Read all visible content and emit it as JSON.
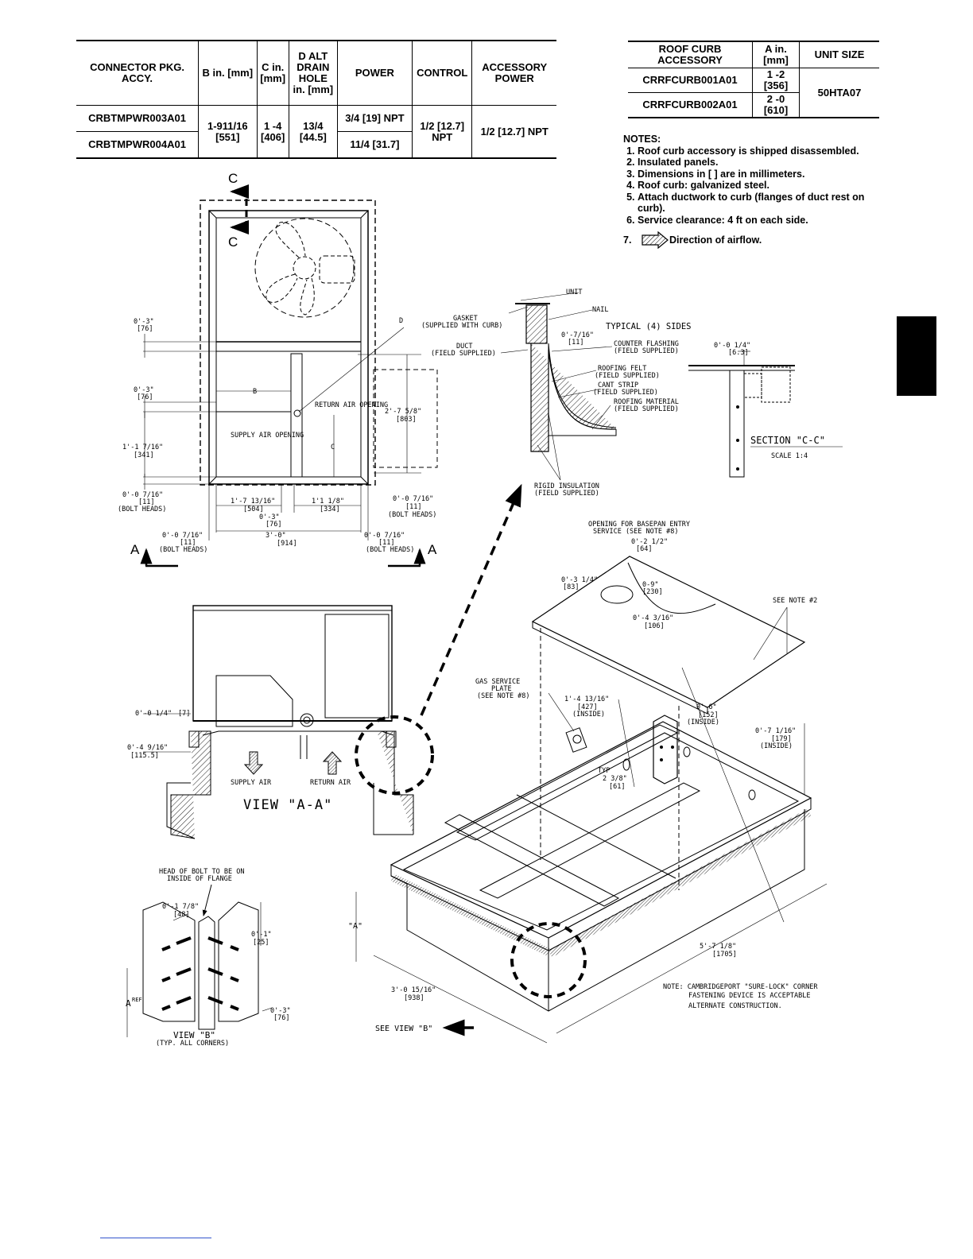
{
  "connector_table": {
    "headers": [
      "CONNECTOR PKG. ACCY.",
      "B in. [mm]",
      "C in. [mm]",
      "D ALT DRAIN HOLE in. [mm]",
      "POWER",
      "CONTROL",
      "ACCESSORY POWER"
    ],
    "rows": [
      {
        "pkg": "CRBTMPWR003A01",
        "power": "3/4 [19] NPT"
      },
      {
        "pkg": "CRBTMPWR004A01",
        "power": "11/4 [31.7]"
      }
    ],
    "shared": {
      "b": "1-911/16 [551]",
      "c": "1 -4 [406]",
      "d": "13/4 [44.5]",
      "control": "1/2 [12.7] NPT",
      "accessory_power": "1/2 [12.7] NPT"
    }
  },
  "curb_table": {
    "headers": [
      "ROOF CURB ACCESSORY",
      "A in. [mm]",
      "UNIT SIZE"
    ],
    "rows": [
      {
        "accessory": "CRRFCURB001A01",
        "a": "1 -2 [356]"
      },
      {
        "accessory": "CRRFCURB002A01",
        "a": "2 -0 [610]"
      }
    ],
    "unit_size": "50HTA07"
  },
  "notes": {
    "title": "NOTES:",
    "items": [
      "Roof curb accessory is shipped disassembled.",
      "Insulated panels.",
      "Dimensions in [   ] are in millimeters.",
      "Roof curb: galvanized steel.",
      "Attach ductwork to curb (flanges of duct rest on curb).",
      "Service clearance: 4 ft on each side."
    ],
    "note7_num": "7.",
    "note7_text": "Direction of airflow."
  },
  "plan_view": {
    "section_mark": "C",
    "dim_top": "0'-3\"",
    "dim_top_mm": "[76]",
    "dim_mid": "0'-3\"",
    "dim_mid_mm": "[76]",
    "dim_left": "1'-1 7/16\"",
    "dim_left_mm": "[341]",
    "dim_bolt_left": "0'-0 7/16\"",
    "dim_bolt_left_mm": "[11]",
    "bolt_heads": "(BOLT HEADS)",
    "dim_b1": "1'-7 13/16\"",
    "dim_b1_mm": "[504]",
    "dim_b2": "1'1 1/8\"",
    "dim_b2_mm": "[334]",
    "dim_c3": "0'-3\"",
    "dim_c3_mm": "[76]",
    "dim_width": "3'-0\"",
    "dim_width_mm": "[914]",
    "dim_right_opening": "2'-7 5/8\"",
    "dim_right_opening_mm": "[803]",
    "label_d": "D",
    "label_b": "B",
    "label_c": "C",
    "return_air": "RETURN AIR OPENING",
    "supply_air": "SUPPLY AIR OPENING",
    "view_mark": "A"
  },
  "detail_flashing": {
    "unit": "UNIT",
    "nail": "NAIL",
    "gasket": "GASKET",
    "gasket_sub": "(SUPPLIED WITH CURB)",
    "typical": "TYPICAL (4) SIDES",
    "duct": "DUCT",
    "duct_sub": "(FIELD SUPPLIED)",
    "dim": "0'-7/16\"",
    "dim_mm": "[11]",
    "counter": "COUNTER FLASHING",
    "counter_sub": "(FIELD SUPPLIED)",
    "felt": "ROOFING FELT",
    "felt_sub": "(FIELD SUPPLIED)",
    "cant": "CANT STRIP",
    "cant_sub": "(FIELD SUPPLIED)",
    "material": "ROOFING MATERIAL",
    "material_sub": "(FIELD SUPPLIED)",
    "rigid": "RIGID INSULATION",
    "rigid_sub": "(FIELD SUPPLIED)"
  },
  "section_cc": {
    "dim": "0'-0 1/4\"",
    "dim_mm": "[6.3]",
    "title": "SECTION \"C-C\"",
    "scale": "SCALE 1:4"
  },
  "view_aa": {
    "dim1": "0'-0 1/4\"",
    "dim1_mm": "[7]",
    "dim2": "0'-4 9/16\"",
    "dim2_mm": "[115.5]",
    "supply": "SUPPLY AIR",
    "return": "RETURN AIR",
    "title": "VIEW \"A-A\""
  },
  "view_b": {
    "head_note": "HEAD OF BOLT TO BE ON",
    "head_note2": "INSIDE OF FLANGE",
    "dim1": "0'-1 7/8\"",
    "dim1_mm": "[48]",
    "dim2": "0'-1\"",
    "dim2_mm": "[25]",
    "dim3": "0'-3\"",
    "dim3_mm": "[76]",
    "aref": "A",
    "aref_sup": "REF",
    "title": "VIEW \"B\"",
    "subtitle": "(TYP. ALL CORNERS)"
  },
  "iso_curb": {
    "opening": "OPENING FOR BASEPAN ENTRY",
    "opening2": "SERVICE (SEE NOTE #8)",
    "dim_a": "0'-2 1/2\"",
    "dim_a_mm": "[64]",
    "dim_b": "0'-3 1/4\"",
    "dim_b_mm": "[83]",
    "dim_c": "0-9\"",
    "dim_c_mm": "[230]",
    "dim_d": "0'-4 3/16\"",
    "dim_d_mm": "[106]",
    "see_note2": "SEE NOTE #2",
    "gas": "GAS SERVICE",
    "gas2": "PLATE",
    "gas3": "(SEE NOTE #8)",
    "dim_e": "1'-4 13/16\"",
    "dim_e_mm": "[427]",
    "inside": "(INSIDE)",
    "dim_f": "0'-6\"",
    "dim_f_mm": "[152]",
    "dim_g": "0'-7 1/16\"",
    "dim_g_mm": "[179]",
    "typ": "TYP",
    "dim_h": "2 3/8\"",
    "dim_h_mm": "[61]",
    "a_label": "\"A\"",
    "dim_len": "5'-7 1/8\"",
    "dim_len_mm": "[1705]",
    "dim_wid": "3'-0 15/16\"",
    "dim_wid_mm": "[938]",
    "note": "NOTE: CAMBRIDGEPORT \"SURE-LOCK\" CORNER",
    "note2": "FASTENING DEVICE IS ACCEPTABLE",
    "note3": "ALTERNATE CONSTRUCTION.",
    "see_view_b": "SEE VIEW \"B\""
  }
}
